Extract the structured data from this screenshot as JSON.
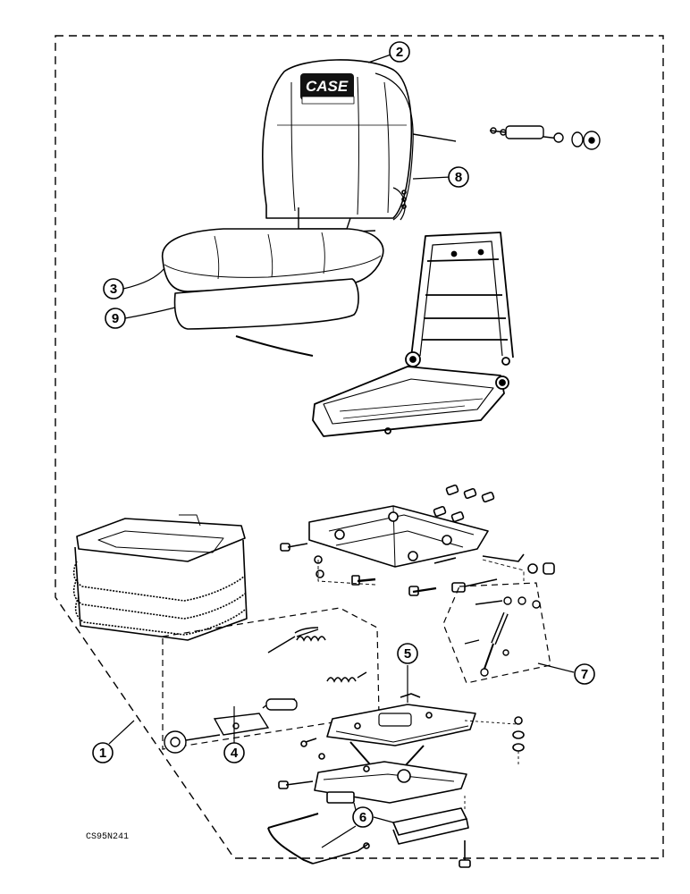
{
  "figure_ref": "CS95N241",
  "logo": "CASE",
  "callouts": [
    {
      "id": "callout-1",
      "label": "1"
    },
    {
      "id": "callout-2",
      "label": "2"
    },
    {
      "id": "callout-3",
      "label": "3"
    },
    {
      "id": "callout-4",
      "label": "4"
    },
    {
      "id": "callout-5",
      "label": "5"
    },
    {
      "id": "callout-6",
      "label": "6"
    },
    {
      "id": "callout-7",
      "label": "7"
    },
    {
      "id": "callout-8",
      "label": "8"
    },
    {
      "id": "callout-9",
      "label": "9"
    }
  ]
}
